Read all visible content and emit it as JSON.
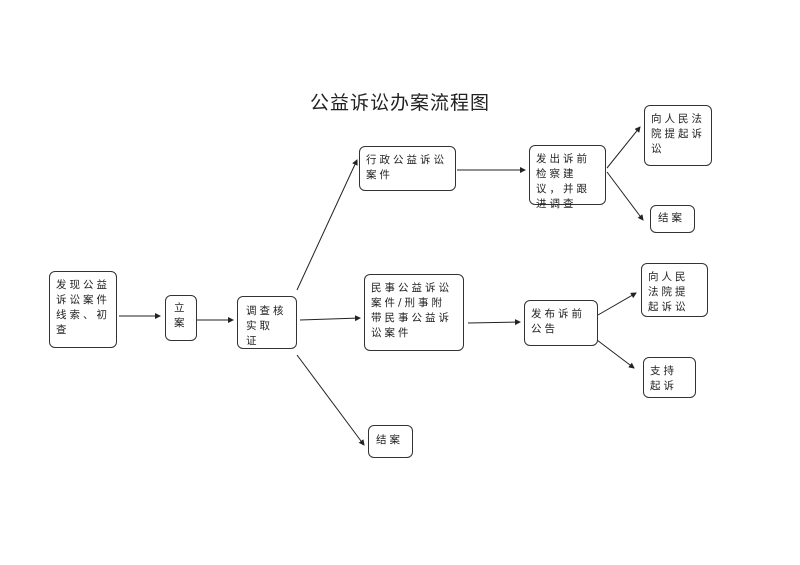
{
  "title": "公益诉讼办案流程图",
  "nodes": {
    "discover": "发现公益诉讼案件线索、初查",
    "file_case": "立案",
    "investigate": "调查核实取 证",
    "administrative": "行政公益诉讼案件",
    "civil": "民事公益诉讼案件/刑事附带民事公益诉讼案件",
    "close_mid": "结案",
    "procuratorial_advice": "发出诉前检察建议，并跟进调查",
    "sue_top": "向人民法院提起诉讼",
    "close_top": "结案",
    "announcement": "发布诉前公告",
    "sue_mid": "向人民法院提起诉讼",
    "support_suit": "支持起诉"
  }
}
